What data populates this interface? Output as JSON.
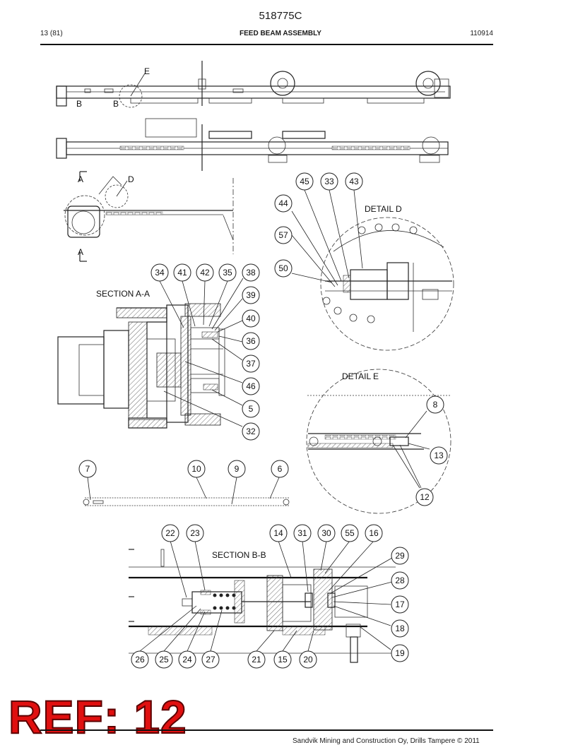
{
  "header": {
    "doc_number": "518775C",
    "page_number": "13 (81)",
    "title": "FEED BEAM ASSEMBLY",
    "revision": "110914"
  },
  "footer": {
    "copyright": "Sandvik Mining and Construction Oy, Drills Tampere © 2011"
  },
  "stamp": {
    "text": "REF: 12",
    "color": "#e01010"
  },
  "view_labels": {
    "E": "E",
    "B": "B",
    "A": "A",
    "D": "D",
    "section_aa": "SECTION  A-A",
    "section_bb": "SECTION  B-B",
    "detail_d": "DETAIL D",
    "detail_e": "DETAIL E"
  },
  "callouts": {
    "c45": "45",
    "c33": "33",
    "c43": "43",
    "c44": "44",
    "c57": "57",
    "c50": "50",
    "c34": "34",
    "c41": "41",
    "c42": "42",
    "c35": "35",
    "c38": "38",
    "c39": "39",
    "c40": "40",
    "c36": "36",
    "c37": "37",
    "c46": "46",
    "c5": "5",
    "c32": "32",
    "c8": "8",
    "c13": "13",
    "c12": "12",
    "c7": "7",
    "c10": "10",
    "c9": "9",
    "c6": "6",
    "c22": "22",
    "c23": "23",
    "c14": "14",
    "c31": "31",
    "c30": "30",
    "c55": "55",
    "c16": "16",
    "c29": "29",
    "c28": "28",
    "c17": "17",
    "c18": "18",
    "c19": "19",
    "c26": "26",
    "c25": "25",
    "c24": "24",
    "c27": "27",
    "c21": "21",
    "c15": "15",
    "c20": "20"
  }
}
